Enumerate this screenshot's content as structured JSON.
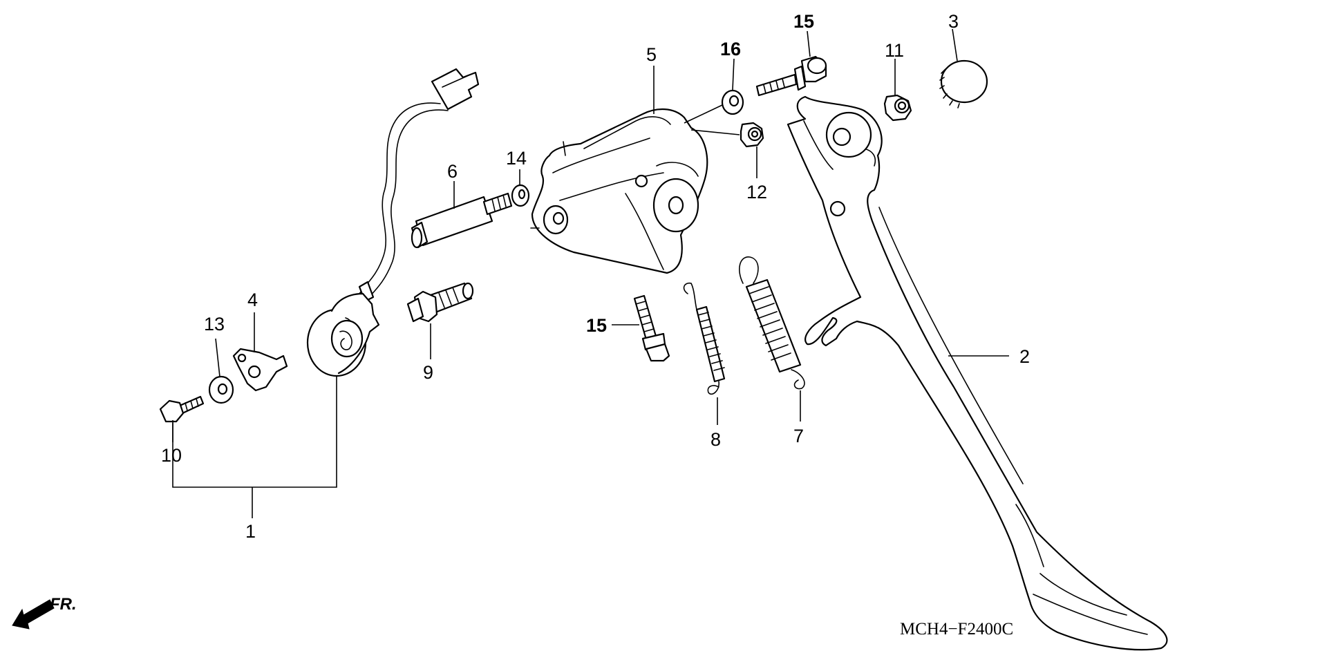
{
  "diagram": {
    "code": "MCH4−F2400C",
    "direction_label": "FR.",
    "callouts": [
      {
        "id": "c1",
        "text": "1",
        "bold": false
      },
      {
        "id": "c2",
        "text": "2",
        "bold": false
      },
      {
        "id": "c3",
        "text": "3",
        "bold": false
      },
      {
        "id": "c4",
        "text": "4",
        "bold": false
      },
      {
        "id": "c5",
        "text": "5",
        "bold": false
      },
      {
        "id": "c6",
        "text": "6",
        "bold": false
      },
      {
        "id": "c7",
        "text": "7",
        "bold": false
      },
      {
        "id": "c8",
        "text": "8",
        "bold": false
      },
      {
        "id": "c9",
        "text": "9",
        "bold": false
      },
      {
        "id": "c10",
        "text": "10",
        "bold": false
      },
      {
        "id": "c11",
        "text": "11",
        "bold": false
      },
      {
        "id": "c12",
        "text": "12",
        "bold": false
      },
      {
        "id": "c13",
        "text": "13",
        "bold": false
      },
      {
        "id": "c14",
        "text": "14",
        "bold": false
      },
      {
        "id": "c15a",
        "text": "15",
        "bold": true
      },
      {
        "id": "c15b",
        "text": "15",
        "bold": true
      },
      {
        "id": "c16",
        "text": "16",
        "bold": true
      }
    ]
  }
}
